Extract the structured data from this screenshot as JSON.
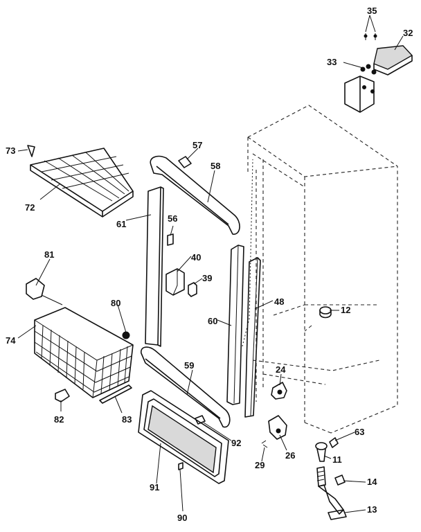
{
  "callouts": {
    "c35": "35",
    "c32": "32",
    "c33": "33",
    "c73": "73",
    "c72": "72",
    "c57": "57",
    "c58": "58",
    "c61": "61",
    "c56": "56",
    "c81": "81",
    "c40": "40",
    "c39": "39",
    "c80": "80",
    "c74": "74",
    "c60": "60",
    "c48": "48",
    "c12": "12",
    "c59": "59",
    "c24": "24",
    "c82": "82",
    "c83": "83",
    "c92": "92",
    "c63": "63",
    "c26": "26",
    "c29": "29",
    "c11": "11",
    "c14": "14",
    "c91": "91",
    "c13": "13",
    "c90": "90"
  }
}
